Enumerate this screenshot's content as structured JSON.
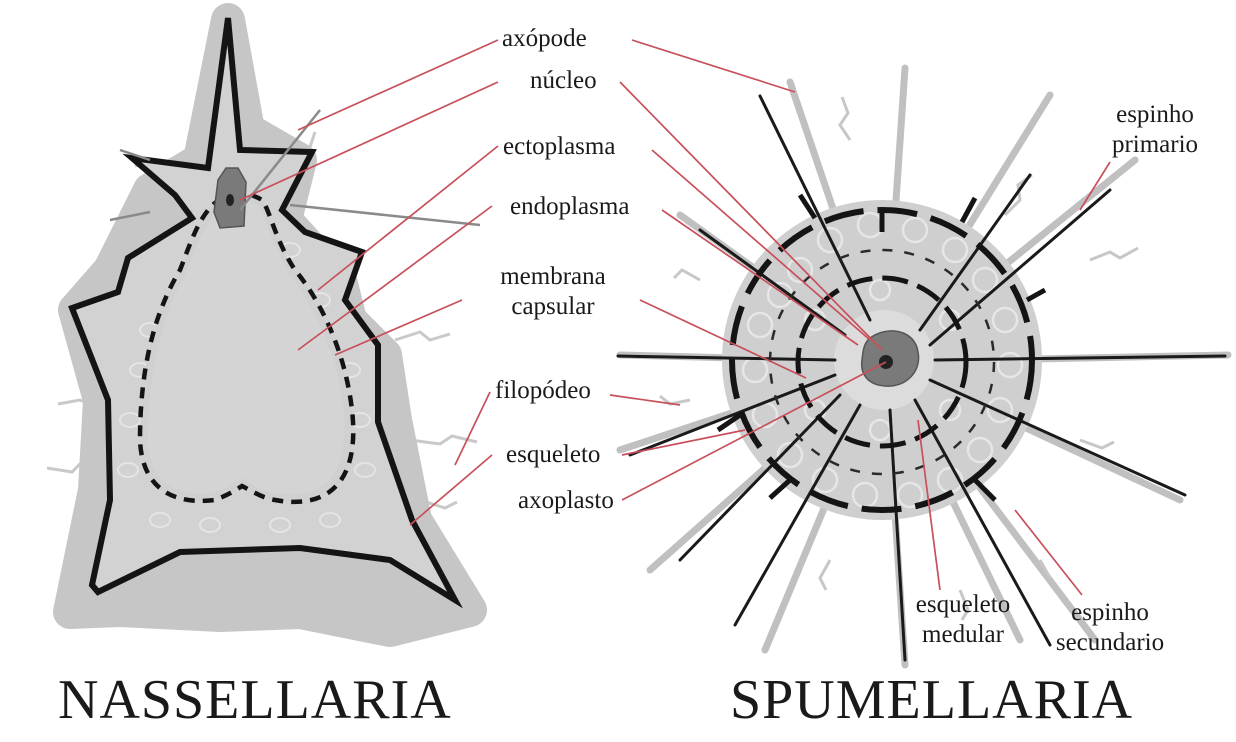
{
  "titles": {
    "left": "NASSELLARIA",
    "right": "SPUMELLARIA"
  },
  "labels": {
    "axopode": "axópode",
    "nucleo": "núcleo",
    "ectoplasma": "ectoplasma",
    "endoplasma": "endoplasma",
    "membrana_1": "membrana",
    "membrana_2": "capsular",
    "filopodeo": "filopódeo",
    "esqueleto": "esqueleto",
    "axoplasto": "axoplasto",
    "espinho_primario_1": "espinho",
    "espinho_primario_2": "primario",
    "esqueleto_medular_1": "esqueleto",
    "esqueleto_medular_2": "medular",
    "espinho_secundario_1": "espinho",
    "espinho_secundario_2": "secundario"
  },
  "colors": {
    "outline": "#141414",
    "halo": "#c6c6c6",
    "cytoplasm": "#d3d3d3",
    "nucleus": "#7a7a7a",
    "leader": "#c8505a"
  }
}
